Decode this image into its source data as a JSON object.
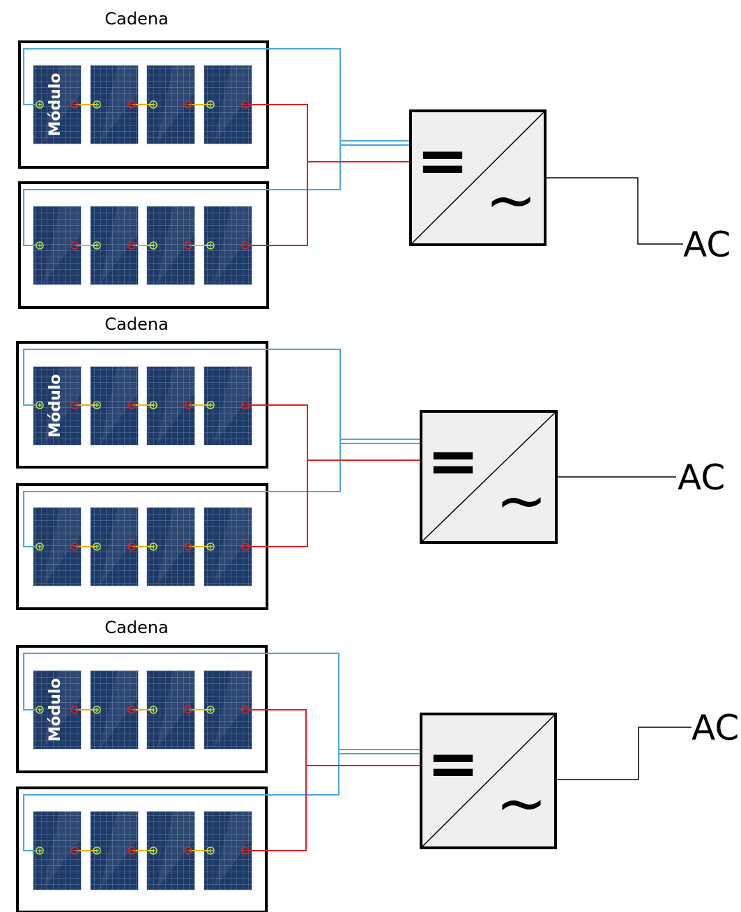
{
  "labels": {
    "string_label": "Cadena",
    "module_label": "Módulo",
    "ac_label": "AC",
    "dc_symbol": "=",
    "ac_symbol": "~"
  },
  "colors": {
    "frame": "#000000",
    "positive_wire": "#4aa8e0",
    "negative_wire": "#e02020",
    "module_link": "#f0b400",
    "positive_terminal": "#b8e04a",
    "negative_terminal": "#e02020",
    "panel_fill": "#1f3a66",
    "panel_grid": "#5b7fb0",
    "inverter_fill": "#efefef",
    "ac_wire": "#000000"
  },
  "diagrams": [
    {
      "id": "diagram-1",
      "string_label": "Cadena",
      "ac_label": "AC",
      "strings": [
        {
          "modules": 4,
          "module_label": "Módulo"
        },
        {
          "modules": 4,
          "module_label": ""
        }
      ]
    },
    {
      "id": "diagram-2",
      "string_label": "Cadena",
      "ac_label": "AC",
      "strings": [
        {
          "modules": 4,
          "module_label": "Módulo"
        },
        {
          "modules": 4,
          "module_label": ""
        }
      ]
    },
    {
      "id": "diagram-3",
      "string_label": "Cadena",
      "ac_label": "AC",
      "strings": [
        {
          "modules": 4,
          "module_label": "Módulo"
        },
        {
          "modules": 4,
          "module_label": ""
        }
      ]
    }
  ]
}
